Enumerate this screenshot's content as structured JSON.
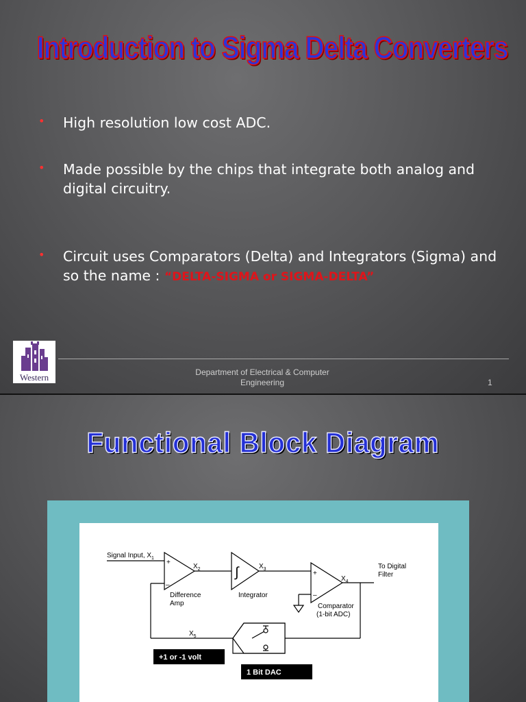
{
  "slide1": {
    "title": "Introduction to Sigma Delta Converters",
    "bullets": [
      "High resolution low cost ADC.",
      "Made possible by the chips that integrate both analog and digital circuitry.",
      "Circuit uses Comparators (Delta) and Integrators (Sigma) and so the name : "
    ],
    "bullet3_highlight": "“DELTA-SIGMA or SIGMA-DELTA”",
    "bullet_symbol": "•",
    "logo_text": "Western",
    "footer_line1": "Department of Electrical & Computer",
    "footer_line2": "Engineering",
    "page_number": "1"
  },
  "slide2": {
    "title": "Functional Block Diagram",
    "diagram": {
      "signal_input": "Signal Input, X",
      "x1_sub": "1",
      "x2": "X",
      "x2_sub": "2",
      "x3": "X",
      "x3_sub": "3",
      "x4": "X",
      "x4_sub": "4",
      "x5": "X",
      "x5_sub": "5",
      "plus": "+",
      "minus": "–",
      "integral": "∫",
      "difference_amp_line1": "Difference",
      "difference_amp_line2": "Amp",
      "integrator": "Integrator",
      "comparator_line1": "Comparator",
      "comparator_line2": "(1-bit ADC)",
      "to_digital_line1": "To Digital",
      "to_digital_line2": "Filter",
      "volt_label": "+1 or -1 volt",
      "dac_label": "1 Bit DAC"
    }
  },
  "colors": {
    "title1": "#2b35d8",
    "title_outline": "#e01010",
    "highlight": "#e0141a",
    "diagram_frame": "#6fbcc2"
  }
}
